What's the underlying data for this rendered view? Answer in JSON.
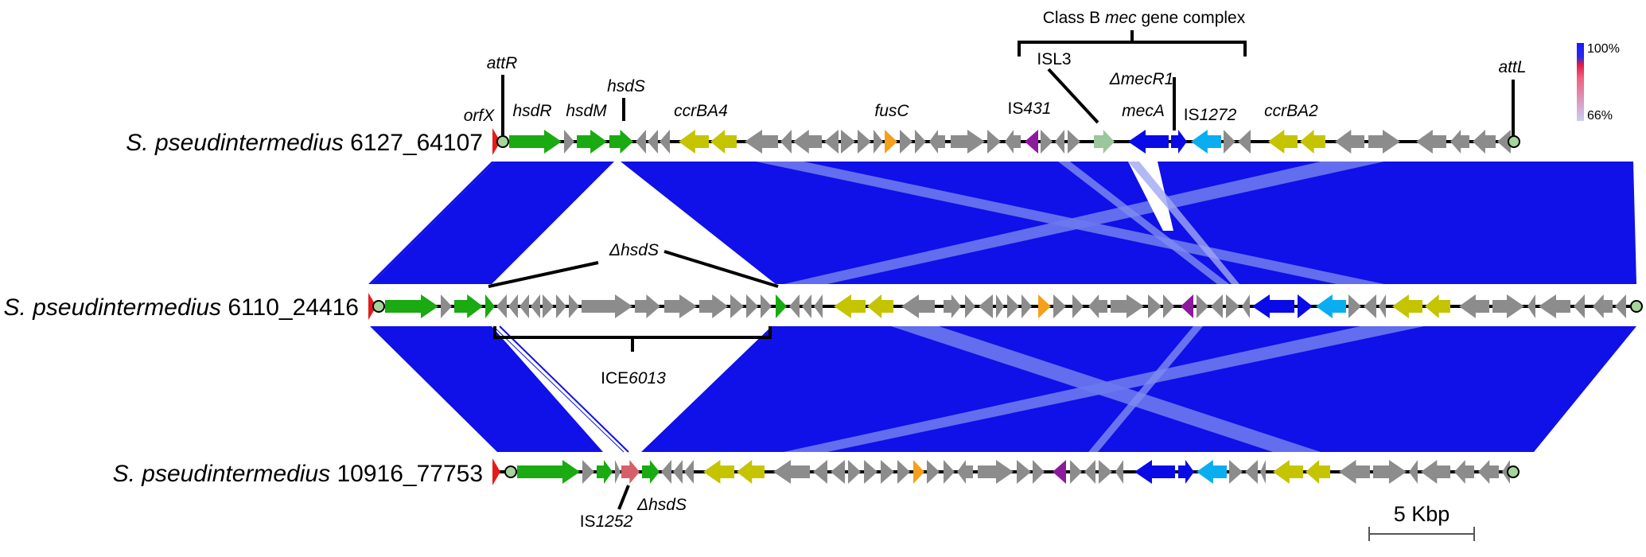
{
  "genomes": [
    {
      "species": "S. pseudintermedius",
      "strain": "6127_64107"
    },
    {
      "species": "S. pseudintermedius",
      "strain": "6110_24416"
    },
    {
      "species": "S. pseudintermedius",
      "strain": "10916_77753"
    }
  ],
  "labels": {
    "attR": "attR",
    "orfX": "orfX",
    "hsdR": "hsdR",
    "hsdM": "hsdM",
    "hsdS": "hsdS",
    "ccrBA4": "ccrBA4",
    "fusC": "fusC",
    "IS431_pre": "IS",
    "IS431_it": "431",
    "ISL3": "ISL3",
    "mecA": "mecA",
    "dmecR1": "ΔmecR1",
    "IS1272_pre": "IS",
    "IS1272_it": "1272",
    "ccrBA2": "ccrBA2",
    "attL": "attL",
    "mecComplex_a": "Class B ",
    "mecComplex_b": "mec",
    "mecComplex_c": " gene complex",
    "dhsdS_mid": "ΔhsdS",
    "ICE_pre": "ICE",
    "ICE_it": "6013",
    "IS1252_pre": "IS",
    "IS1252_it": "1252",
    "dhsdS_bottom": "ΔhsdS"
  },
  "legend": {
    "max": "100%",
    "min": "66%"
  },
  "scale": {
    "label": "5 Kbp"
  },
  "colors": {
    "green": "#1aaa12",
    "gray": "#8c8c8c",
    "olive": "#c4c400",
    "orange": "#f5a01c",
    "purple": "#8c1a9c",
    "lightgreen": "#9cc69c",
    "blue": "#0a0ae6",
    "cyan": "#0aaef0",
    "red": "#e61a1a",
    "pink": "#d6606a",
    "identity": "#1010e8",
    "inversion": "#6b79ee"
  }
}
